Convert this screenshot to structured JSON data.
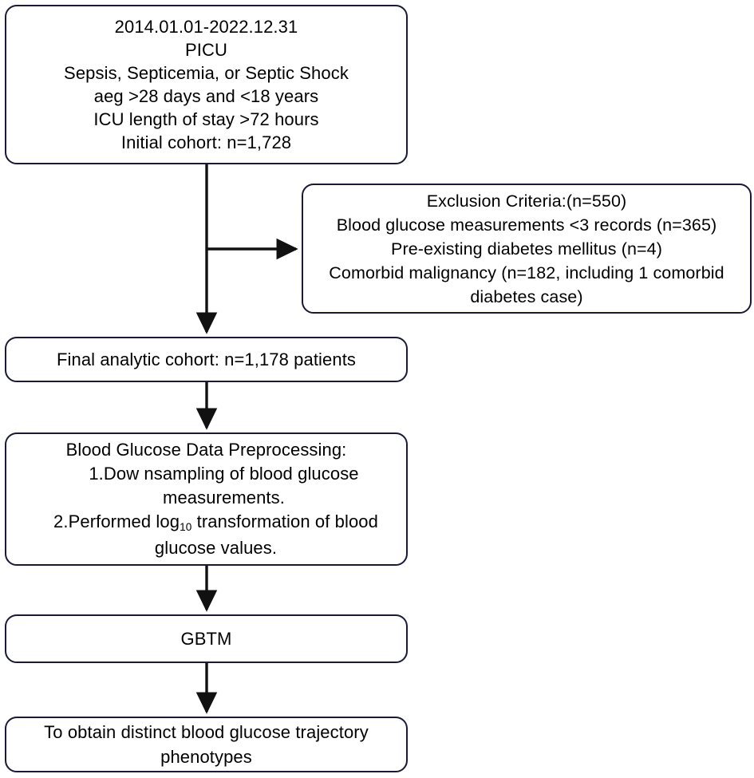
{
  "diagram": {
    "type": "patient-selection-flowchart",
    "stroke_color": "#1a1a38",
    "text_color": "#000000",
    "background_color": "#ffffff"
  },
  "nodes": {
    "initial_cohort": {
      "lines": [
        "2014.01.01-2022.12.31",
        "PICU",
        "Sepsis, Septicemia, or Septic Shock",
        "aeg >28 days and <18 years",
        "ICU length of stay >72 hours",
        "Initial cohort: n=1,728"
      ]
    },
    "exclusion": {
      "lines": [
        "Exclusion Criteria:(n=550)",
        "Blood glucose measurements <3 records (n=365)",
        "Pre-existing diabetes mellitus (n=4)",
        "Comorbid malignancy (n=182, including 1 comorbid diabetes case)"
      ]
    },
    "final_cohort": {
      "lines": [
        "Final analytic cohort: n=1,178 patients"
      ]
    },
    "preprocessing": {
      "line1": "Blood Glucose Data Preprocessing:",
      "line2": "1.Dow nsampling of blood glucose measurements.",
      "line3_prefix": "2.Performed log",
      "line3_subscript": "10",
      "line3_suffix": " transformation of blood glucose values."
    },
    "gbtm": {
      "lines": [
        "GBTM"
      ]
    },
    "outcome": {
      "lines": [
        "To obtain distinct blood glucose trajectory phenotypes"
      ]
    }
  }
}
